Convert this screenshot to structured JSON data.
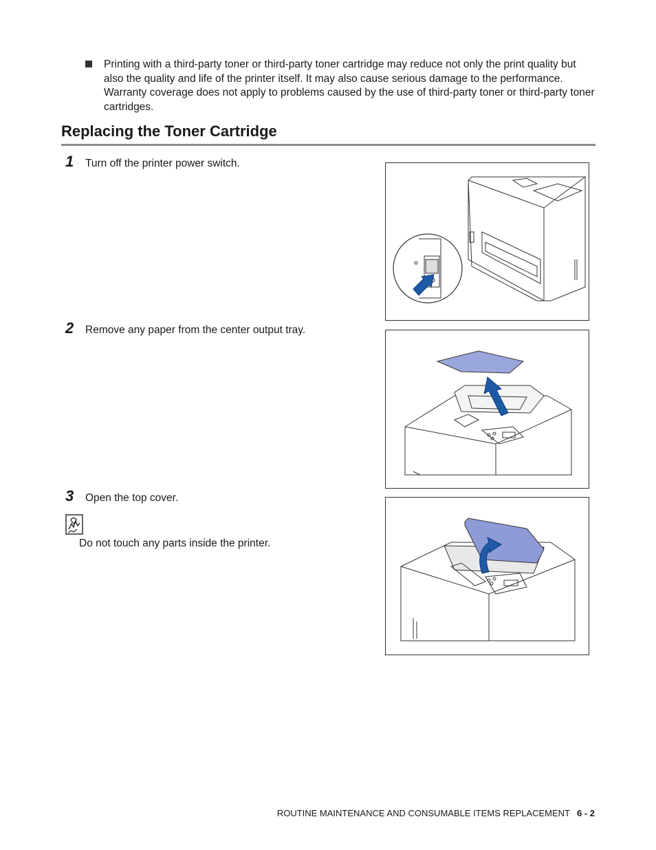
{
  "bullet": {
    "text": "Printing with a third-party toner or third-party toner cartridge may reduce not only the print quality but also the quality and life of the printer itself. It may also cause serious damage to the performance. Warranty coverage does not apply to problems caused by the use of third-party toner or third-party toner cartridges."
  },
  "section": {
    "title": "Replacing the Toner Cartridge"
  },
  "steps": [
    {
      "number": "1",
      "text": "Turn off the printer power switch."
    },
    {
      "number": "2",
      "text": "Remove any paper from the center output tray."
    },
    {
      "number": "3",
      "text": "Open the top cover."
    }
  ],
  "note": {
    "text": "Do not touch any parts inside the printer."
  },
  "footer": {
    "section": "ROUTINE MAINTENANCE AND CONSUMABLE ITEMS REPLACEMENT",
    "page": "6 - 2"
  },
  "colors": {
    "arrow": "#1f5aa6",
    "paper": "#9aa7dc",
    "cover": "#8f9bd6",
    "rule": "#8a8a8a"
  }
}
